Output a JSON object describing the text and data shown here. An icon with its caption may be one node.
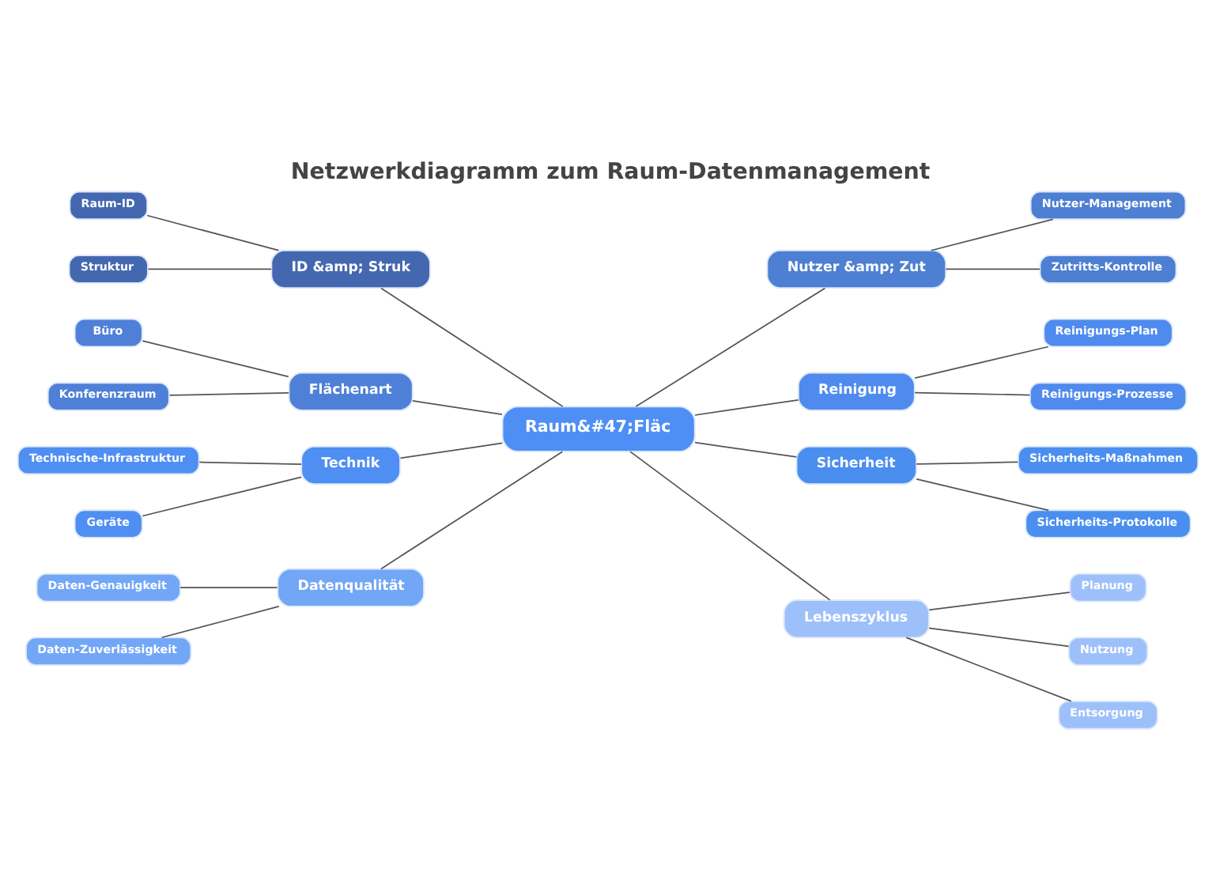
{
  "diagram": {
    "title": "Netzwerkdiagramm zum Raum-Datenmanagement",
    "nodes": [
      {
        "text": [
          "Raum&#47;Fläc"
        ]
      },
      {
        "text": [
          "ID &amp; Struk"
        ]
      },
      {
        "text": [
          "Raum-ID"
        ]
      },
      {
        "text": [
          "Struktur"
        ]
      },
      {
        "text": [
          "Flächenart"
        ]
      },
      {
        "text": [
          "Büro"
        ]
      },
      {
        "text": [
          "Konferenzraum"
        ]
      },
      {
        "text": [
          "Technik"
        ]
      },
      {
        "text": [
          "Technische-Infrastruktur"
        ]
      },
      {
        "text": [
          "Geräte"
        ]
      },
      {
        "text": [
          "Datenqualität"
        ]
      },
      {
        "text": [
          "Daten-Genauigkeit"
        ]
      },
      {
        "text": [
          "Daten-Zuverlässigkeit"
        ]
      },
      {
        "text": [
          "Nutzer &amp; Zut"
        ]
      },
      {
        "text": [
          "Nutzer-Management"
        ]
      },
      {
        "text": [
          "Zutritts-Kontrolle"
        ]
      },
      {
        "text": [
          "Reinigung"
        ]
      },
      {
        "text": [
          "Reinigungs-Plan"
        ]
      },
      {
        "text": [
          "Reinigungs-Prozesse"
        ]
      },
      {
        "text": [
          "Sicherheit"
        ]
      },
      {
        "text": [
          "Sicherheits-Maßnahmen"
        ]
      },
      {
        "text": [
          "Sicherheits-Protokolle"
        ]
      },
      {
        "text": [
          "Lebenszyklus"
        ]
      },
      {
        "text": [
          "Planung"
        ]
      },
      {
        "text": [
          "Nutzung"
        ]
      },
      {
        "text": [
          "Entsorgung"
        ]
      }
    ],
    "edges": [
      {
        "from": 2,
        "to": 1,
        "arrow": "none"
      },
      {
        "from": 3,
        "to": 1,
        "arrow": "none"
      },
      {
        "from": 1,
        "to": 0,
        "arrow": "none"
      },
      {
        "from": 5,
        "to": 4,
        "arrow": "none"
      },
      {
        "from": 6,
        "to": 4,
        "arrow": "none"
      },
      {
        "from": 4,
        "to": 0,
        "arrow": "none"
      },
      {
        "from": 8,
        "to": 7,
        "arrow": "none"
      },
      {
        "from": 9,
        "to": 7,
        "arrow": "none"
      },
      {
        "from": 7,
        "to": 0,
        "arrow": "none"
      },
      {
        "from": 11,
        "to": 10,
        "arrow": "none"
      },
      {
        "from": 12,
        "to": 10,
        "arrow": "none"
      },
      {
        "from": 10,
        "to": 0,
        "arrow": "none"
      },
      {
        "from": 0,
        "to": 13,
        "arrow": "none"
      },
      {
        "from": 13,
        "to": 14,
        "arrow": "none"
      },
      {
        "from": 13,
        "to": 15,
        "arrow": "none"
      },
      {
        "from": 0,
        "to": 16,
        "arrow": "none"
      },
      {
        "from": 16,
        "to": 17,
        "arrow": "none"
      },
      {
        "from": 16,
        "to": 18,
        "arrow": "none"
      },
      {
        "from": 0,
        "to": 19,
        "arrow": "none"
      },
      {
        "from": 19,
        "to": 20,
        "arrow": "none"
      },
      {
        "from": 19,
        "to": 21,
        "arrow": "none"
      },
      {
        "from": 0,
        "to": 22,
        "arrow": "none"
      },
      {
        "from": 22,
        "to": 23,
        "arrow": "none"
      },
      {
        "from": 22,
        "to": 24,
        "arrow": "none"
      },
      {
        "from": 22,
        "to": 25,
        "arrow": "none"
      }
    ]
  }
}
